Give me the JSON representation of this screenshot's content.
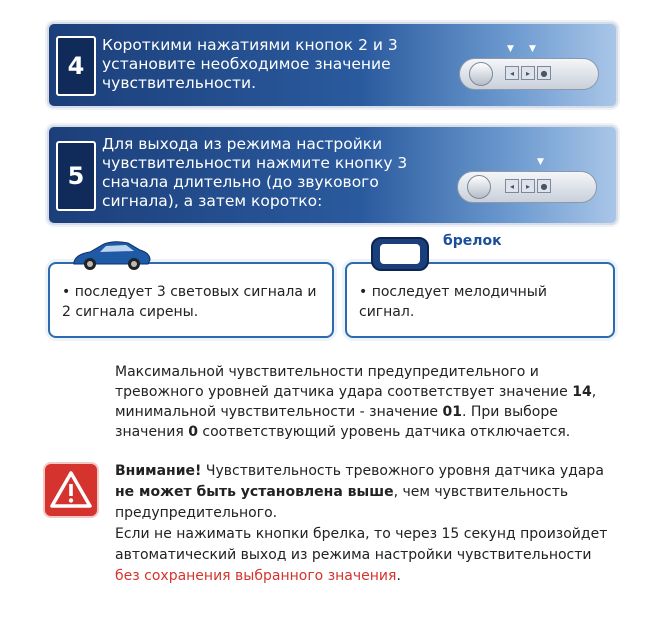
{
  "step4": {
    "number": "4",
    "text": "Короткими нажатиями кнопок 2 и 3 установите необходимое значение чувствительности."
  },
  "step5": {
    "number": "5",
    "text": "Для выхода из режима настройки чувствительности нажмите кнопку 3 сначала длительно (до звукового сигнала), а затем коротко:"
  },
  "car_box": {
    "text": "• последует 3 световых сигнала и 2 сигнала сирены."
  },
  "fob_box": {
    "title": "брелок",
    "text": "• последует мелодичный сигнал."
  },
  "paragraph": {
    "part1": "Максимальной чувствительности предупредительного и тревожного уровней датчика удара соответствует значение ",
    "val_max": "14",
    "part2": ", минимальной чувствительности - значение ",
    "val_min": "01",
    "part3": ". При выборе значения ",
    "val_zero": "0",
    "part4": " соответствующий уровень датчика отключается."
  },
  "warning": {
    "title": "Внимание!",
    "part1": " Чувствительность тревожного уровня датчика удара ",
    "bold": "не может быть установлена выше",
    "part2": ", чем чувствительность предупредительного.",
    "part3": "Если не нажимать кнопки брелка, то через 15 секунд произойдет автоматический выход из режима настройки чувствительности ",
    "red": "без сохранения выбранного значения",
    "end": "."
  },
  "icons": {
    "car": "car-icon",
    "keyfob": "keyfob-icon",
    "warning": "warning-icon",
    "fob_arrows": "down-arrow-icon"
  },
  "colors": {
    "step_bg": "#1c3f7a",
    "accent_blue": "#2d6bb0",
    "warning_red": "#d5332e"
  }
}
